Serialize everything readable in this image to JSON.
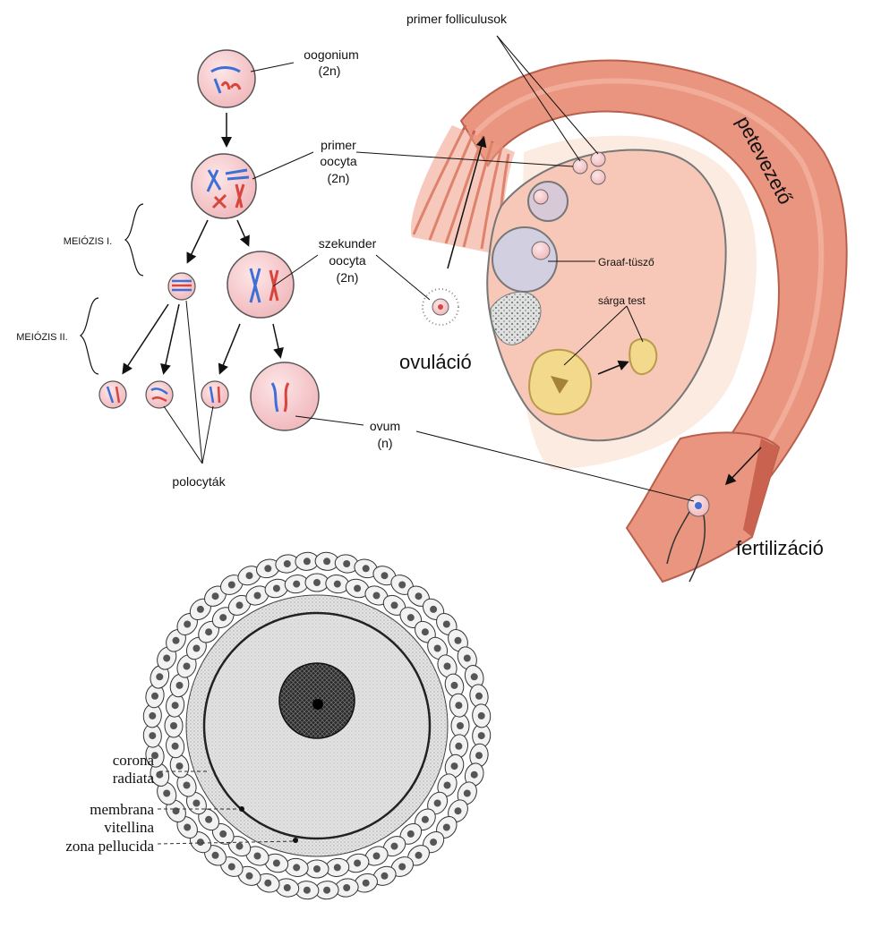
{
  "oogenesis": {
    "oogonium": "oogonium",
    "oogonium_ploidy": "(2n)",
    "primary_oocyte_1": "primer",
    "primary_oocyte_2": "oocyta",
    "primary_oocyte_ploidy": "(2n)",
    "meiosis1": "MEIÓZIS I.",
    "meiosis2": "MEIÓZIS II.",
    "secondary_oocyte_1": "szekunder",
    "secondary_oocyte_2": "oocyta",
    "secondary_oocyte_ploidy": "(2n)",
    "ovum": "ovum",
    "ovum_ploidy": "(n)",
    "polocytes": "polocyták"
  },
  "ovary": {
    "primary_follicles": "primer folliculusok",
    "graaf_follicle": "Graaf-tüsző",
    "corpus_luteum": "sárga test",
    "ovulation": "ovuláció",
    "oviduct": "petevezető",
    "fertilization": "fertilizáció"
  },
  "egg": {
    "corona_1": "corona",
    "corona_2": "radiata",
    "membrana_1": "membrana",
    "membrana_2": "vitellina",
    "zona": "zona pellucida"
  },
  "colors": {
    "cell_fill": "#f6cdd0",
    "cell_stroke": "#555555",
    "chromosome_blue": "#3d6fd6",
    "chromosome_red": "#d8453e",
    "tube": "#e9957f",
    "ovary": "#f7c8b8",
    "corpus": "#f2d98c"
  }
}
